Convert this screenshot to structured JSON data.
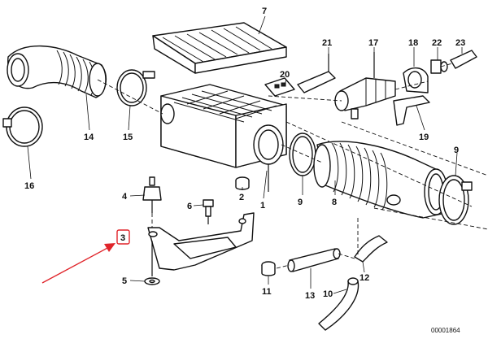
{
  "diagram": {
    "reference_number": "00001864",
    "callouts": [
      "7",
      "21",
      "17",
      "18",
      "22",
      "23",
      "20",
      "14",
      "15",
      "16",
      "19",
      "9",
      "8",
      "1",
      "2",
      "4",
      "6",
      "3",
      "5",
      "11",
      "13",
      "10",
      "12",
      "9"
    ],
    "highlighted_callout": "3",
    "colors": {
      "highlight": "#e0242a",
      "lines": "#111111",
      "background": "#ffffff"
    }
  }
}
